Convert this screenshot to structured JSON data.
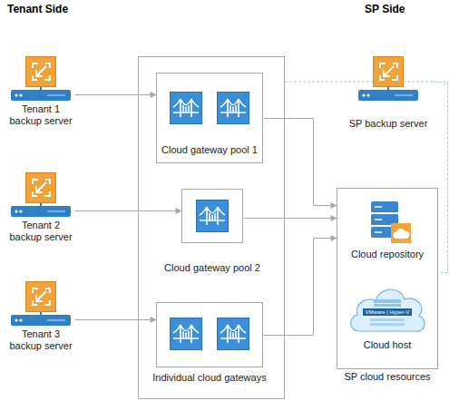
{
  "diagram": {
    "nodes": [
      {
        "text": [
          "Tenant 1 backup server"
        ]
      },
      {
        "text": [
          "Cloud gateway pool 1"
        ]
      },
      {
        "text": [
          "SP backup server"
        ]
      },
      {
        "text": [
          "Tenant 2 backup server"
        ]
      },
      {
        "text": [
          "Cloud gateway pool 2"
        ]
      },
      {
        "text": [
          "SP cloud resources"
        ]
      },
      {
        "text": [
          "Cloud repository"
        ],
        "in": 5
      },
      {
        "text": [
          "Cloud host"
        ],
        "in": 5
      },
      {
        "text": [
          "Tenant 3 backup server"
        ]
      },
      {
        "text": [
          "Individual cloud gateways"
        ]
      }
    ],
    "edges": [
      {
        "from": 0,
        "to": 1,
        "arrow": "to"
      },
      {
        "from": 3,
        "to": 4,
        "arrow": "to"
      },
      {
        "from": 8,
        "to": 9,
        "arrow": "to"
      },
      {
        "from": 1,
        "to": 5,
        "arrow": "to"
      },
      {
        "from": 4,
        "to": 5,
        "arrow": "to"
      },
      {
        "from": 9,
        "to": 5,
        "arrow": "to"
      },
      {
        "from": 2,
        "to": 5,
        "arrow": "none"
      }
    ],
    "labels": [
      "Tenant Side",
      "SP Side",
      "VMware | Hyper-V"
    ]
  }
}
